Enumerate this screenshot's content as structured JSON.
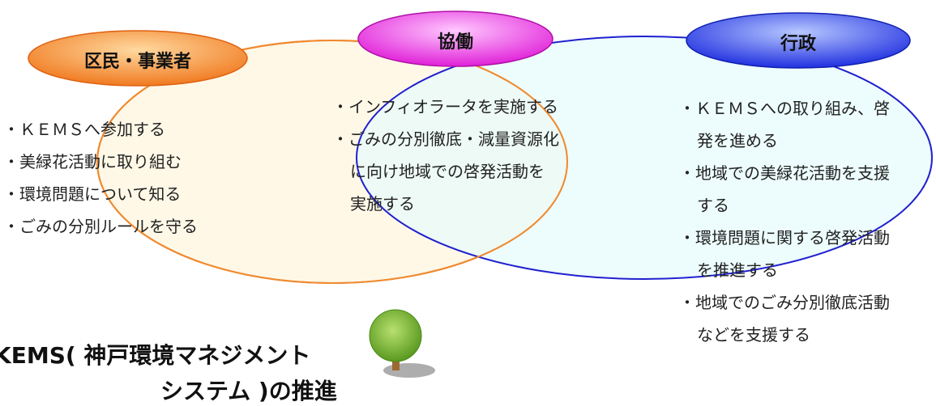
{
  "labels": {
    "citizens": "区民・事業者",
    "collab": "協働",
    "admin": "行政"
  },
  "citizens_items": [
    "・ＫＥＭＳへ参加する",
    "・美緑花活動に取り組む",
    "・環境問題について知る",
    "・ごみの分別ルールを守る"
  ],
  "collab_items": [
    "・インフィオラータを実施する",
    "・ごみの分別徹底・減量資源化",
    "に向け地域での啓発活動を",
    "実施する"
  ],
  "admin_items": [
    "・ＫＥＭＳへの取り組み、啓",
    "発を進める",
    "・地域での美緑花活動を支援",
    "する",
    "・環境問題に関する啓発活動",
    "を推進する",
    "・地域でのごみ分別徹底活動",
    "などを支援する"
  ],
  "title": {
    "line1": "KEMS( 神戸環境マネジメント",
    "line2": "システム )の推進"
  },
  "colors": {
    "citizens_bubble": "#f07a20",
    "collab_bubble": "#e020d8",
    "admin_bubble": "#2030e0",
    "citizens_ellipse_fill": "#fff8e6",
    "citizens_ellipse_stroke": "#f08a30",
    "admin_ellipse_fill": "#e6fbfb",
    "admin_ellipse_stroke": "#2020d0"
  },
  "icons": {
    "tree": "tree-icon"
  }
}
